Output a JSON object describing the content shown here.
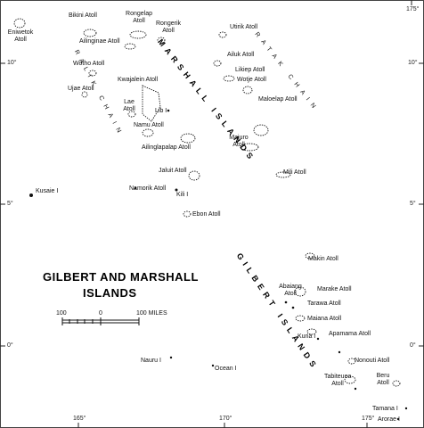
{
  "map": {
    "title_line1": "GILBERT AND MARSHALL",
    "title_line2": "ISLANDS",
    "region_labels": {
      "marshall_islands": "MARSHALL ISLANDS",
      "gilbert_islands": "GILBERT ISLANDS",
      "ratak_chain": "RATAK CHAIN",
      "ralik_chain": "RALIK CHAIN"
    },
    "scale_bar": {
      "left": "100",
      "middle": "0",
      "right": "100 MILES"
    },
    "grid_labels": {
      "lon_175_top": "175°",
      "lon_165_bottom": "165°",
      "lon_170_bottom": "170°",
      "lon_175_bottom": "175°",
      "lat_10_left": "10°",
      "lat_10_right": "10°",
      "lat_5_left": "5°",
      "lat_5_right": "5°",
      "lat_0_left": "0°",
      "lat_0_right": "0°"
    },
    "places": {
      "eniwetok": "Eniwetok Atoll",
      "bikini": "Bikini Atoll",
      "rongelap": "Rongelap Atoll",
      "rongerik": "Rongerik Atoll",
      "utirik": "Utirik Atoll",
      "ailinginae": "Ailinginae Atoll",
      "wotho": "Wotho Atoll",
      "ailuk": "Ailuk Atoll",
      "likiep": "Likiep Atoll",
      "wotje": "Wotje Atoll",
      "ujae": "Ujae Atoll",
      "kwajalein": "Kwajalein Atoll",
      "lae": "Lae Atoll",
      "lib": "Lib I",
      "maloelap": "Maloelap Atoll",
      "namu": "Namu Atoll",
      "ailinglapalap": "Ailinglapalap Atoll",
      "majuro": "Majuro Atoll",
      "mili": "Mili Atoll",
      "jaluit": "Jaluit Atoll",
      "kusaie": "Kusaie I",
      "namorik": "Namorik Atoll",
      "kili": "Kili I",
      "ebon": "Ebon Atoll",
      "makin": "Makin Atoll",
      "abaiang": "Abaiang Atoll",
      "marake": "Marake Atoll",
      "tarawa": "Tarawa Atoll",
      "maiana": "Maiana Atoll",
      "kuria": "Kuria I",
      "apamama": "Apamama Atoll",
      "nauru": "Nauru I",
      "ocean": "Ocean I",
      "nonouti": "Nonouti Atoll",
      "tabiteuea": "Tabiteuea Atoll",
      "beru": "Beru Atoll",
      "tamana": "Tamana I",
      "arorae": "Arorae I"
    }
  }
}
